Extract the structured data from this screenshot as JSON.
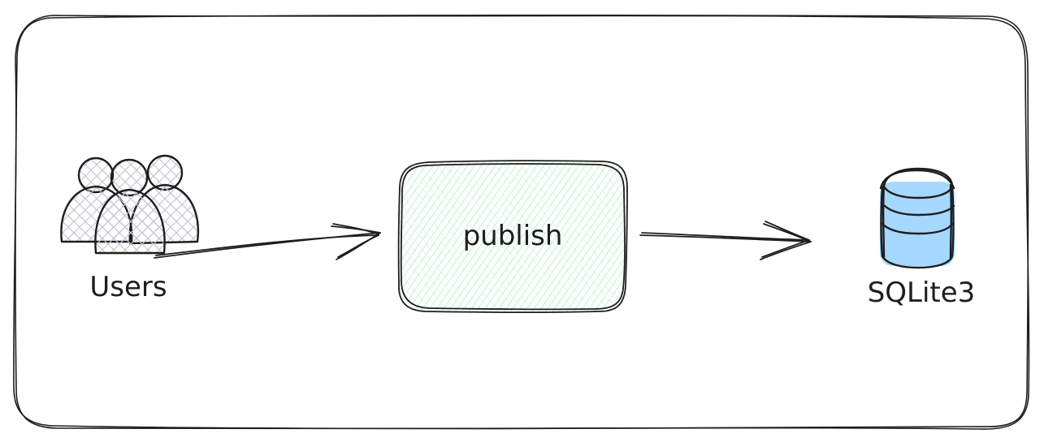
{
  "nodes": {
    "users": {
      "label": "Users",
      "icon": "users-group-icon"
    },
    "publish": {
      "label": "publish"
    },
    "database": {
      "label": "SQLite3",
      "icon": "database-cylinder-icon"
    }
  },
  "edges": [
    {
      "from": "Users",
      "to": "publish"
    },
    {
      "from": "publish",
      "to": "SQLite3"
    }
  ],
  "colors": {
    "stroke": "#1e1e1e",
    "publish_fill": "#b2f2bb",
    "database_fill": "#a5d8ff",
    "users_fill": "#ced4da",
    "background": "#ffffff"
  }
}
